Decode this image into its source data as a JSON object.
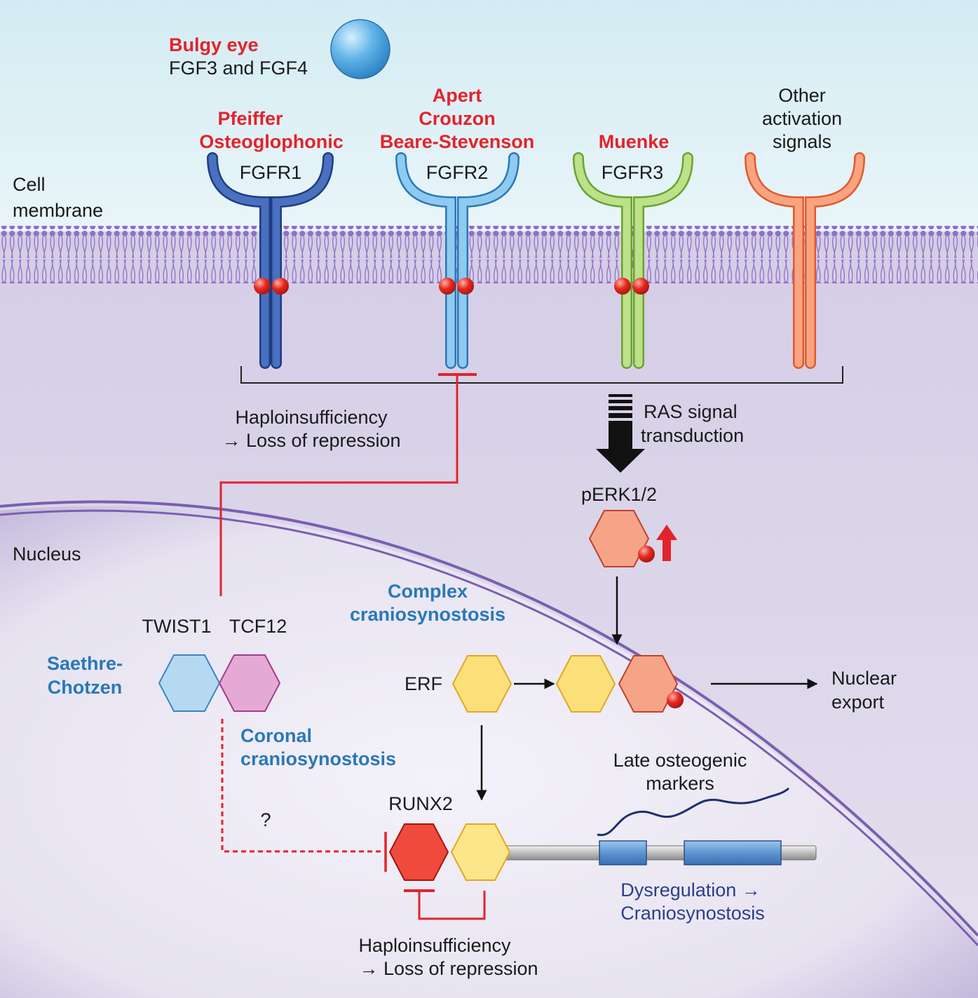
{
  "colors": {
    "extracellular": "#d6ecf3",
    "cytoplasm": "#d9d3e8",
    "nucleus": "#ebe8f4",
    "nuclear_envelope": "#7a5fb0",
    "disease_red": "#e3232b",
    "disease_blue": "#2a78b8",
    "fgfr1": "#2d4f9e",
    "fgfr2": "#4aa0da",
    "fgfr3": "#8dc63f",
    "other_receptor": "#f26b3a",
    "erf_yellow": "#fbe07a",
    "perk_salmon": "#f6a488",
    "twist1_blue": "#b6d9f2",
    "tcf12_pink": "#e6a9d6",
    "runx2_red": "#ef4a3c"
  },
  "ligand": {
    "disease": "Bulgy eye",
    "name": "FGF3 and FGF4",
    "icon": "ligand-sphere-icon"
  },
  "receptors": [
    {
      "id": "fgfr1",
      "diseases": [
        "Pfeiffer",
        "Osteoglophonic"
      ],
      "label": "FGFR1"
    },
    {
      "id": "fgfr2",
      "diseases": [
        "Apert",
        "Crouzon",
        "Beare-Stevenson"
      ],
      "label": "FGFR2"
    },
    {
      "id": "fgfr3",
      "diseases": [
        "Muenke"
      ],
      "label": "FGFR3"
    },
    {
      "id": "other",
      "label_lines": [
        "Other",
        "activation",
        "signals"
      ]
    }
  ],
  "regions": {
    "cell_membrane": [
      "Cell",
      "membrane"
    ],
    "nucleus": "Nucleus"
  },
  "repression_top": [
    "Haploinsufficiency",
    "→ Loss of repression"
  ],
  "ras": [
    "RAS signal",
    "transduction"
  ],
  "perk": "pERK1/2",
  "complex_cranio": [
    "Complex",
    "craniosynostosis"
  ],
  "twist1": "TWIST1",
  "tcf12": "TCF12",
  "saethre": [
    "Saethre-",
    "Chotzen"
  ],
  "coronal": [
    "Coronal",
    "craniosynostosis"
  ],
  "erf": "ERF",
  "nuclear_export": [
    "Nuclear",
    "export"
  ],
  "question": "?",
  "runx2": "RUNX2",
  "late_markers": [
    "Late osteogenic",
    "markers"
  ],
  "dysregulation": [
    "Dysregulation →",
    "Craniosynostosis"
  ],
  "repression_bottom": [
    "Haploinsufficiency",
    "→ Loss of repression"
  ]
}
